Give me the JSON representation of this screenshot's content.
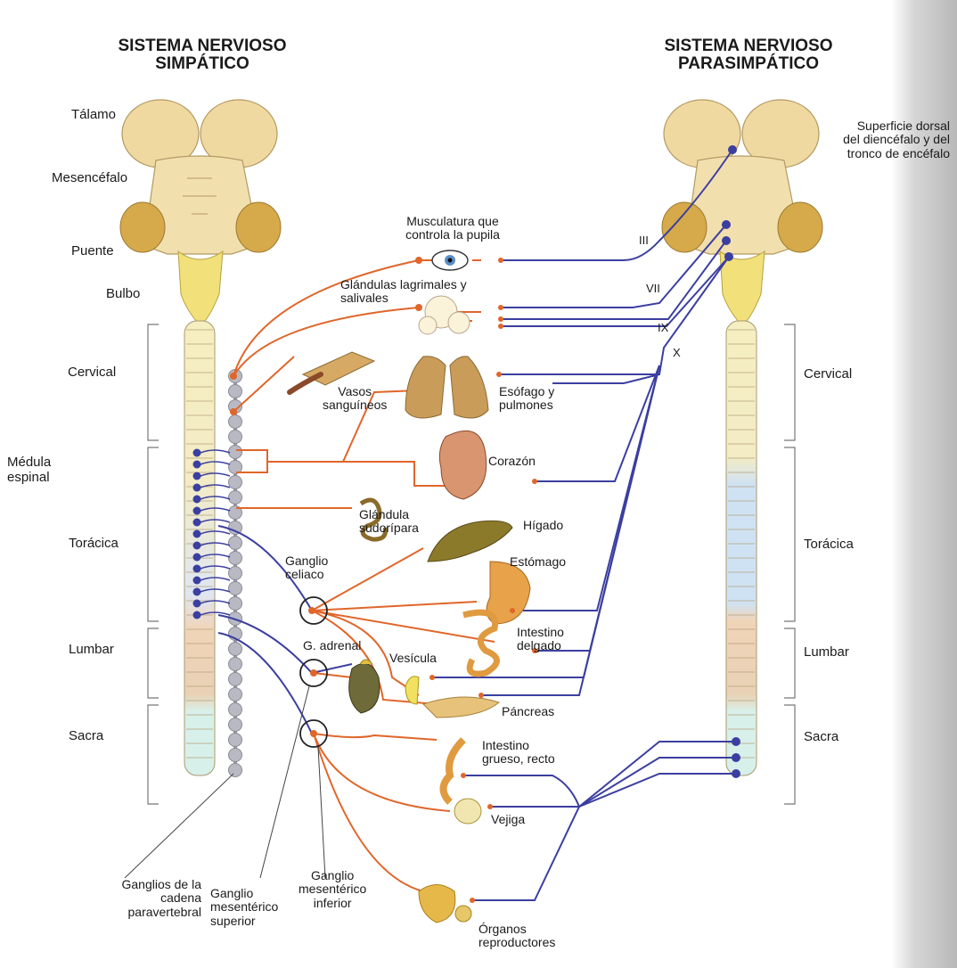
{
  "titles": {
    "sympathetic": "SISTEMA NERVIOSO\nSIMPÁTICO",
    "parasympathetic": "SISTEMA NERVIOSO\nPARASIMPÁTICO"
  },
  "left_labels": {
    "talamo": "Tálamo",
    "mesencefalo": "Mesencéfalo",
    "puente": "Puente",
    "bulbo": "Bulbo",
    "cervical": "Cervical",
    "medula": "Médula\nespinal",
    "toracica": "Torácica",
    "lumbar": "Lumbar",
    "sacra": "Sacra"
  },
  "right_labels": {
    "superficie": "Superficie dorsal\ndel diencéfalo y del\ntronco de encéfalo",
    "cervical": "Cervical",
    "toracica": "Torácica",
    "lumbar": "Lumbar",
    "sacra": "Sacra"
  },
  "cranial_nerves": [
    "III",
    "VII",
    "IX",
    "X"
  ],
  "organs": {
    "pupila": "Musculatura que\ncontrola la pupila",
    "glandulas": "Glándulas lagrimales y\nsalivales",
    "vasos": "Vasos\nsanguíneos",
    "esofago": "Esófago y\npulmones",
    "corazon": "Corazón",
    "sudoripara": "Glándula\nsudorípara",
    "higado": "Hígado",
    "estomago": "Estómago",
    "intestino_delgado": "Intestino\ndelgado",
    "vesicula": "Vesícula",
    "pancreas": "Páncreas",
    "intestino_grueso": "Intestino\ngrueso, recto",
    "vejiga": "Vejiga",
    "organos_reproductores": "Órganos\nreproductores"
  },
  "ganglia": {
    "celiaco": "Ganglio\nceliaco",
    "adrenal": "G. adrenal",
    "cadena": "Ganglios de la\ncadena\nparavertebral",
    "mes_superior": "Ganglio\nmesentérico\nsuperior",
    "mes_inferior": "Ganglio\nmesentérico\ninferior"
  },
  "colors": {
    "sympathetic": "#e0662a",
    "parasympathetic": "#3b3fa0",
    "brain": "#f0d9a0",
    "bulb": "#f0e27a"
  }
}
